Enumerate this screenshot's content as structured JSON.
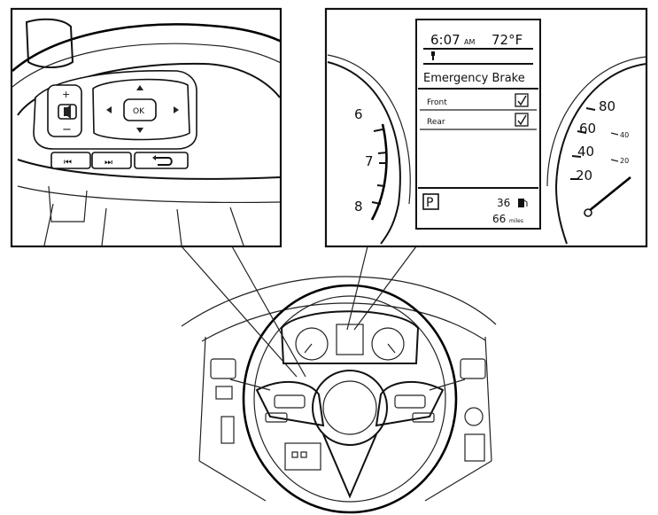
{
  "display": {
    "time": "6:07",
    "am_pm": "AM",
    "temperature": "72°F",
    "title": "Emergency Brake",
    "rows": [
      {
        "label": "Front",
        "checked": true
      },
      {
        "label": "Rear",
        "checked": true
      }
    ],
    "gear": "P",
    "range_value": "36",
    "odometer_value": "66",
    "odometer_unit": "miles"
  },
  "tachometer": {
    "ticks": [
      "6",
      "7",
      "8"
    ]
  },
  "speedometer": {
    "major_ticks": [
      "80",
      "60",
      "40",
      "20"
    ],
    "minor_ticks": [
      "40",
      "20"
    ]
  },
  "steering_switch": {
    "ok_label": "OK"
  }
}
